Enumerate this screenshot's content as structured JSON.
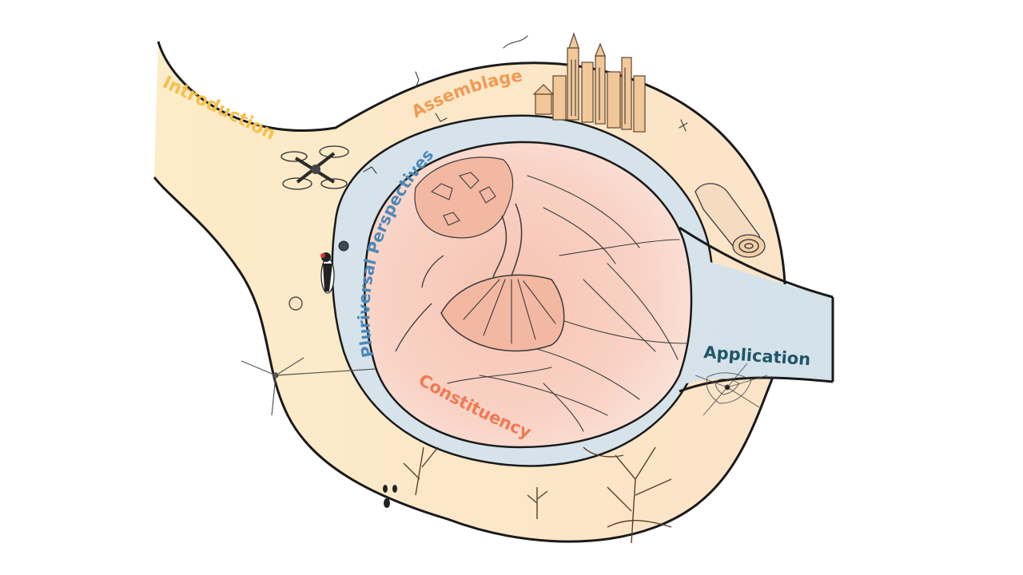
{
  "labels": {
    "introduction": "Introduction",
    "assemblage": "Assemblage",
    "pluriversal": "Pluriversal Perspectives",
    "constituency": "Constituency",
    "application": "Application"
  },
  "colors": {
    "introduction_text": "#f5c04a",
    "assemblage_text": "#f09a55",
    "pluriversal_text": "#4a88b8",
    "constituency_text": "#ee7b52",
    "application_text": "#1f5668",
    "outer_band": "#fbe2c6",
    "intro_tube": "#fdeac6",
    "blue_ring": "#d6e3ea",
    "inner_core": "#f9d2c4",
    "mushroom": "#f3b8a2",
    "outline": "#1a1a1a"
  }
}
